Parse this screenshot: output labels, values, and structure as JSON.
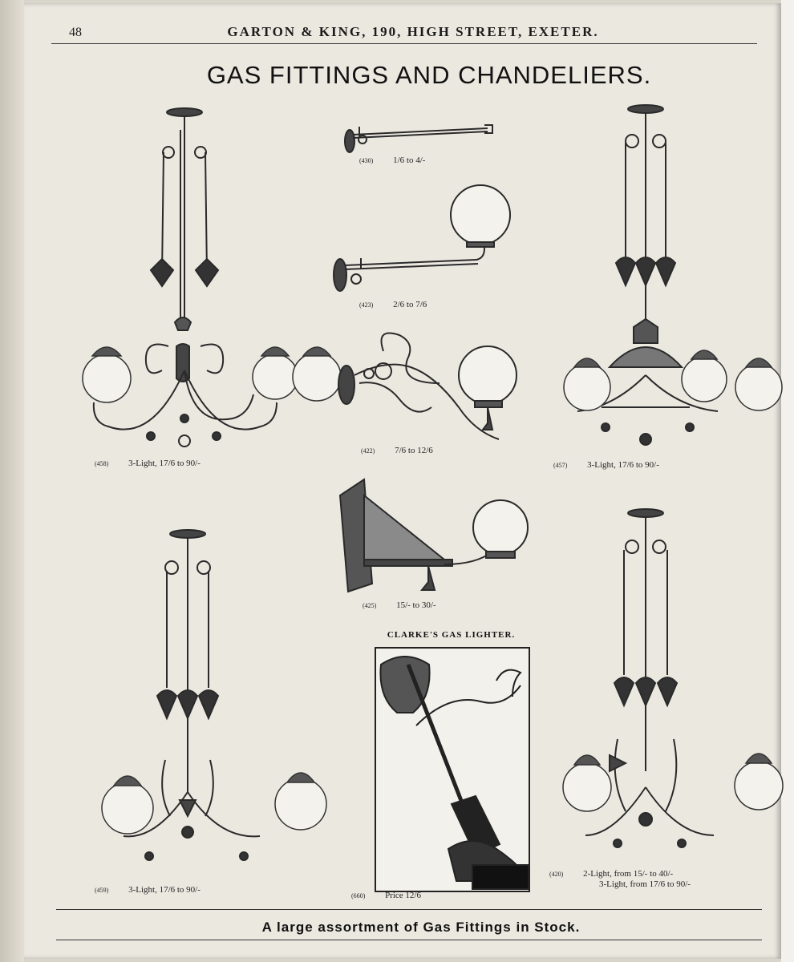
{
  "header": {
    "page_number": "48",
    "running_head": "GARTON & KING, 190, HIGH STREET, EXETER."
  },
  "title": "GAS FITTINGS AND CHANDELIERS.",
  "items": {
    "chandelier_top_left": {
      "ref": "(458)",
      "caption": "3-Light, 17/6 to 90/-"
    },
    "bracket_straight": {
      "ref": "(430)",
      "caption": "1/6 to 4/-"
    },
    "bracket_globe_arm": {
      "ref": "(423)",
      "caption": "2/6 to 7/6"
    },
    "bracket_scroll": {
      "ref": "(422)",
      "caption": "7/6 to 12/6"
    },
    "chandelier_top_right": {
      "ref": "(457)",
      "caption": "3-Light, 17/6 to 90/-"
    },
    "bracket_ornate": {
      "ref": "(425)",
      "caption": "15/- to 30/-"
    },
    "chandelier_bottom_left": {
      "ref": "(459)",
      "caption": "3-Light, 17/6 to 90/-"
    },
    "gas_lighter": {
      "title": "CLARKE'S GAS LIGHTER.",
      "ref": "(660)",
      "caption": "Price 12/6"
    },
    "chandelier_bottom_right": {
      "ref": "(420)",
      "caption_line1": "2-Light, from 15/- to 40/-",
      "caption_line2": "3-Light, from 17/6 to 90/-"
    }
  },
  "footer": "A large assortment of Gas Fittings in Stock."
}
